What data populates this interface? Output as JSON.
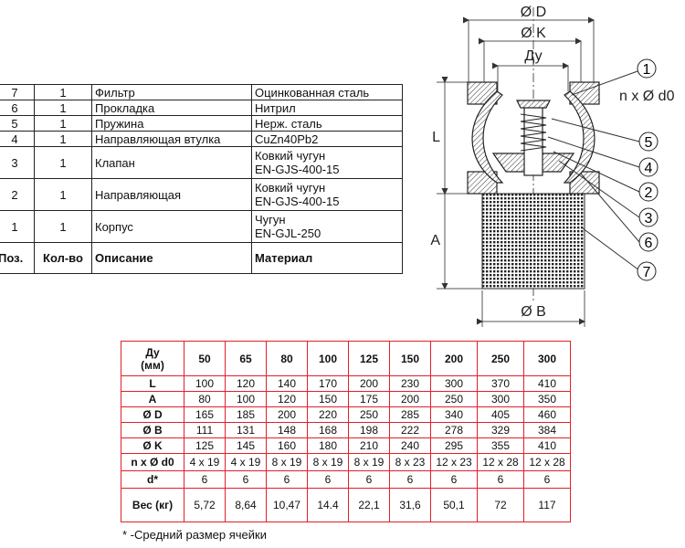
{
  "parts_table": {
    "rows": [
      {
        "pos": "7",
        "qty": "1",
        "description": "Фильтр",
        "material": [
          "Оцинкованная сталь"
        ]
      },
      {
        "pos": "6",
        "qty": "1",
        "description": "Прокладка",
        "material": [
          "Нитрил"
        ]
      },
      {
        "pos": "5",
        "qty": "1",
        "description": "Пружина",
        "material": [
          "Нерж. сталь"
        ]
      },
      {
        "pos": "4",
        "qty": "1",
        "description": "Направляющая втулка",
        "material": [
          "CuZn40Pb2"
        ]
      },
      {
        "pos": "3",
        "qty": "1",
        "description": "Клапан",
        "material": [
          "Ковкий чугун",
          "EN-GJS-400-15"
        ]
      },
      {
        "pos": "2",
        "qty": "1",
        "description": "Направляющая",
        "material": [
          "Ковкий чугун",
          "EN-GJS-400-15"
        ]
      },
      {
        "pos": "1",
        "qty": "1",
        "description": "Корпус",
        "material": [
          "Чугун",
          "EN-GJL-250"
        ]
      }
    ],
    "header": {
      "pos": "Поз.",
      "qty": "Кол-во",
      "description": "Описание",
      "material": "Материал"
    }
  },
  "drawing": {
    "labels": {
      "diam_d": "Ø D",
      "diam_k": "Ø K",
      "dn": "Ду",
      "n_d0": "n x Ø d0",
      "l": "L",
      "a": "A",
      "diam_b": "Ø B"
    },
    "callouts": [
      "1",
      "5",
      "4",
      "2",
      "3",
      "6",
      "7"
    ]
  },
  "spec_table": {
    "header_label": [
      "Ду",
      "(мм)"
    ],
    "sizes": [
      "50",
      "65",
      "80",
      "100",
      "125",
      "150",
      "200",
      "250",
      "300"
    ],
    "rows": [
      {
        "label": "L",
        "values": [
          "100",
          "120",
          "140",
          "170",
          "200",
          "230",
          "300",
          "370",
          "410"
        ]
      },
      {
        "label": "A",
        "values": [
          "80",
          "100",
          "120",
          "150",
          "175",
          "200",
          "250",
          "300",
          "350"
        ]
      },
      {
        "label": "Ø D",
        "values": [
          "165",
          "185",
          "200",
          "220",
          "250",
          "285",
          "340",
          "405",
          "460"
        ]
      },
      {
        "label": "Ø B",
        "values": [
          "111",
          "131",
          "148",
          "168",
          "198",
          "222",
          "278",
          "329",
          "384"
        ]
      },
      {
        "label": "Ø K",
        "values": [
          "125",
          "145",
          "160",
          "180",
          "210",
          "240",
          "295",
          "355",
          "410"
        ]
      },
      {
        "label": "n x Ø d0",
        "values": [
          "4 x 19",
          "4 x 19",
          "8 x 19",
          "8 x 19",
          "8 x 19",
          "8 x 23",
          "12 x 23",
          "12 x 28",
          "12 x 28"
        ]
      },
      {
        "label": "d*",
        "values": [
          "6",
          "6",
          "6",
          "6",
          "6",
          "6",
          "6",
          "6",
          "6"
        ]
      },
      {
        "label": "Вес (кг)",
        "values": [
          "5,72",
          "8,64",
          "10,47",
          "14.4",
          "22,1",
          "31,6",
          "50,1",
          "72",
          "117"
        ]
      }
    ]
  },
  "footnote": "* -Средний размер ячейки",
  "colors": {
    "grid_red": "#e0202a",
    "line": "#222222",
    "dim_gray": "#555555"
  }
}
